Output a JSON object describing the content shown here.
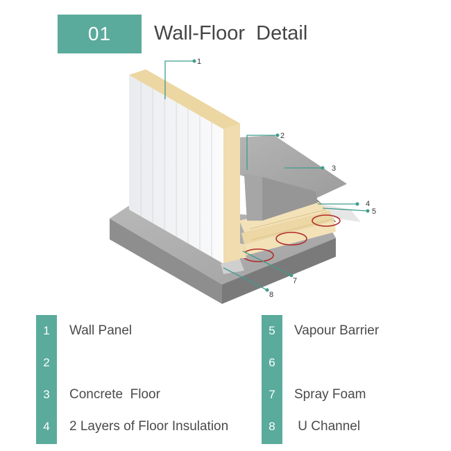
{
  "header": {
    "badge": "01",
    "title": "Wall-Floor  Detail"
  },
  "callouts": [
    "1",
    "2",
    "3",
    "4",
    "5",
    "7",
    "8"
  ],
  "legend": {
    "left": [
      {
        "num": "1",
        "label": "Wall Panel"
      },
      {
        "num": "2",
        "label": ""
      },
      {
        "num": "3",
        "label": "Concrete  Floor"
      },
      {
        "num": "4",
        "label": "2 Layers of Floor Insulation"
      }
    ],
    "right": [
      {
        "num": "5",
        "label": "Vapour Barrier"
      },
      {
        "num": "6",
        "label": ""
      },
      {
        "num": "7",
        "label": "Spray Foam"
      },
      {
        "num": "8",
        "label": " U Channel"
      }
    ]
  },
  "colors": {
    "accent": "#5aab9b",
    "leader": "#3f9c8c",
    "concrete": "#9a9a9a",
    "insulation": "#f1deb2",
    "panel": "#f4f5f7",
    "heating_pipe": "#b22a2a"
  }
}
